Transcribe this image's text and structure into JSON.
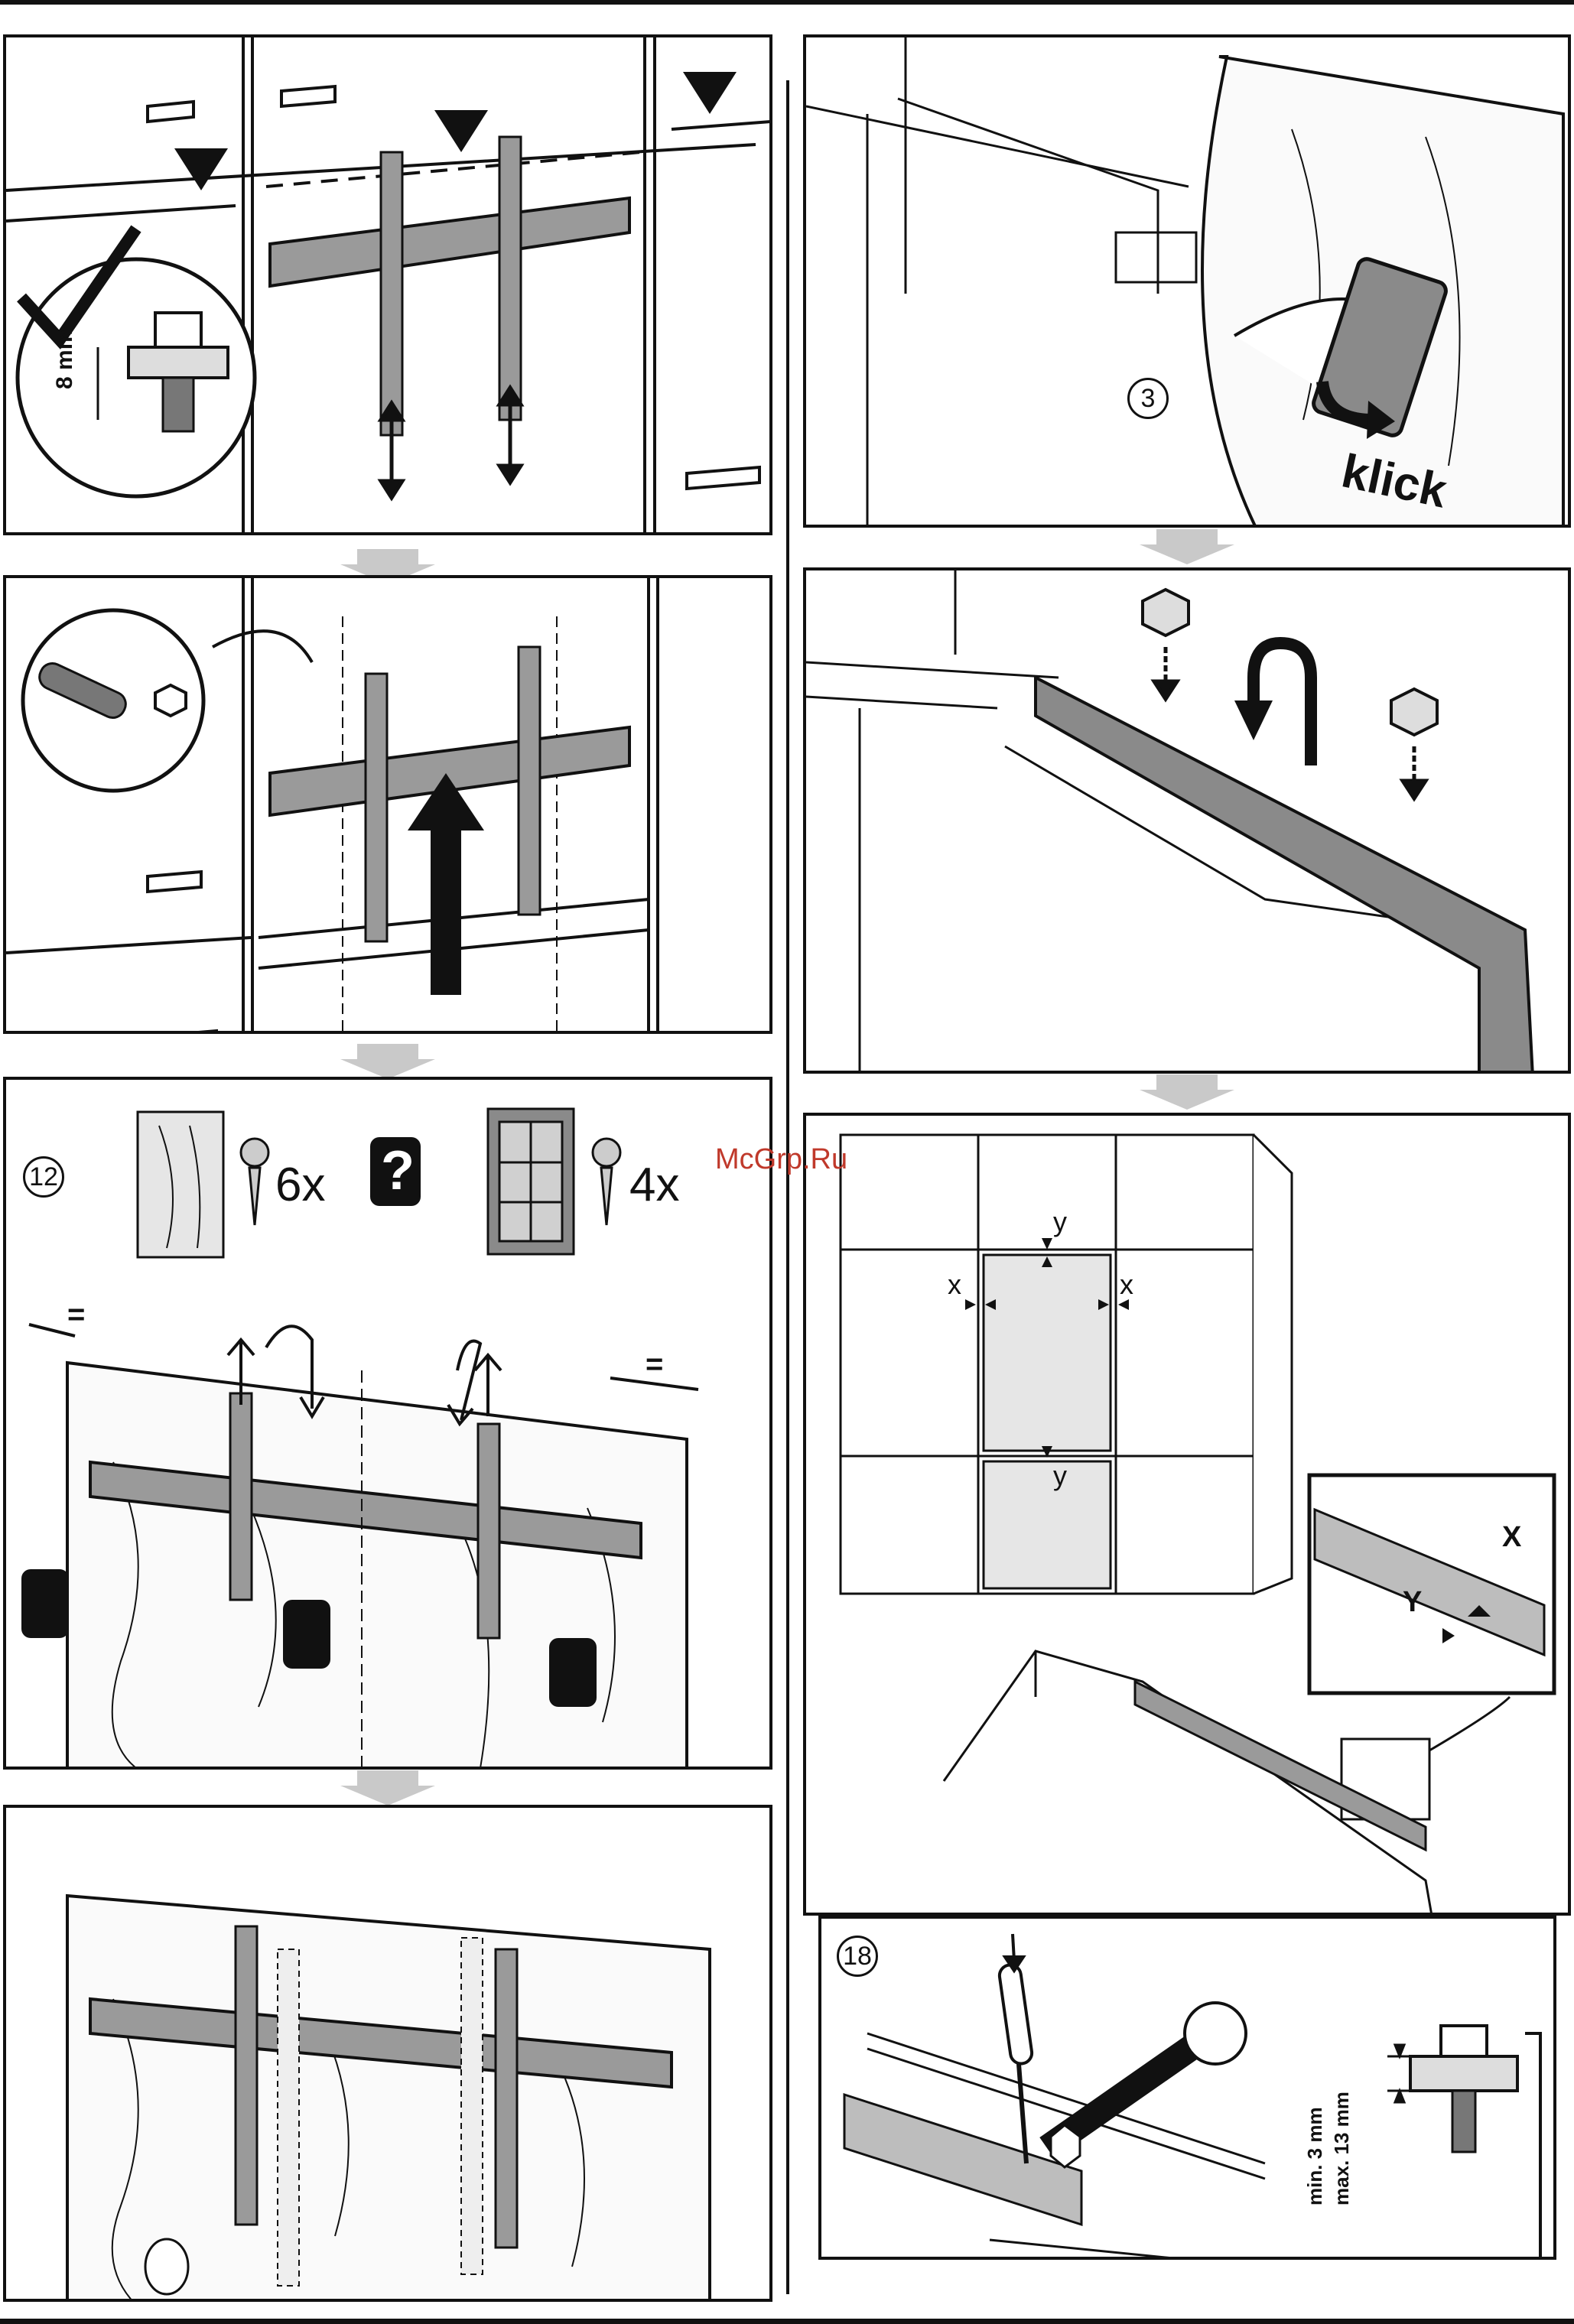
{
  "labels": {
    "dim_8mm": "8 mm",
    "klick": "klick",
    "count_6x": "6x",
    "count_4x": "4x",
    "question": "?",
    "equal_left": "=",
    "equal_right": "=",
    "x_left": "x",
    "x_right": "x",
    "y_top": "y",
    "y_bottom": "y",
    "inset_x": "X",
    "inset_y": "Y",
    "min_dim": "min. 3 mm",
    "max_dim": "max. 13 mm"
  },
  "steps": {
    "step3": "3",
    "step12": "12",
    "step18": "18"
  },
  "watermark": "McGrp.Ru",
  "colors": {
    "line": "#111111",
    "bracket": "#9a9a9a",
    "board": "#8a8a8a",
    "flow_arrow": "#c9c9c9",
    "fill_light": "#e6e6e6",
    "watermark": "#c0392b"
  }
}
